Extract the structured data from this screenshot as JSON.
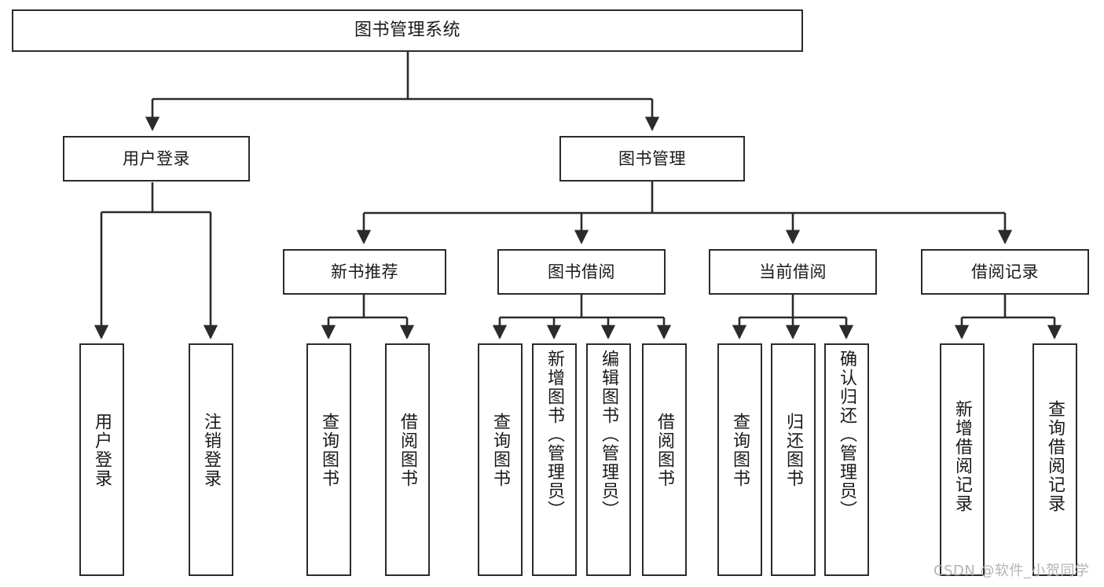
{
  "diagram": {
    "title": "图书管理系统",
    "type": "hierarchy-tree",
    "watermark": "CSDN @软件_小贺同学",
    "colors": {
      "box_border": "#2b2b2b",
      "box_fill": "#ffffff",
      "connector": "#2b2b2b",
      "text": "#1a1a1a",
      "watermark": "#b4b4b4"
    },
    "levels": {
      "root": "图书管理系统",
      "level1": [
        "用户登录",
        "图书管理"
      ],
      "level2": [
        "新书推荐",
        "图书借阅",
        "当前借阅",
        "借阅记录"
      ]
    },
    "nodes": {
      "root": {
        "label": "图书管理系统",
        "orientation": "horizontal"
      },
      "user_login": {
        "label": "用户登录",
        "orientation": "horizontal"
      },
      "book_manage": {
        "label": "图书管理",
        "orientation": "horizontal"
      },
      "new_book_rec": {
        "label": "新书推荐",
        "orientation": "horizontal"
      },
      "book_borrow": {
        "label": "图书借阅",
        "orientation": "horizontal"
      },
      "current_borrow": {
        "label": "当前借阅",
        "orientation": "horizontal"
      },
      "borrow_record": {
        "label": "借阅记录",
        "orientation": "horizontal"
      },
      "leaf_user_login": {
        "label": "用户登录",
        "orientation": "vertical"
      },
      "leaf_logout": {
        "label": "注销登录",
        "orientation": "vertical"
      },
      "leaf_query_book_1": {
        "label": "查询图书",
        "orientation": "vertical"
      },
      "leaf_borrow_book_1": {
        "label": "借阅图书",
        "orientation": "vertical"
      },
      "leaf_query_book_2": {
        "label": "查询图书",
        "orientation": "vertical"
      },
      "leaf_add_book": {
        "label": "新增图书（管理员）",
        "orientation": "vertical"
      },
      "leaf_edit_book": {
        "label": "编辑图书（管理员）",
        "orientation": "vertical"
      },
      "leaf_borrow_book_2": {
        "label": "借阅图书",
        "orientation": "vertical"
      },
      "leaf_query_book_3": {
        "label": "查询图书",
        "orientation": "vertical"
      },
      "leaf_return_book": {
        "label": "归还图书",
        "orientation": "vertical"
      },
      "leaf_confirm_return": {
        "label": "确认归还（管理员）",
        "orientation": "vertical"
      },
      "leaf_add_record": {
        "label": "新增借阅记录",
        "orientation": "vertical"
      },
      "leaf_query_record": {
        "label": "查询借阅记录",
        "orientation": "vertical"
      }
    }
  }
}
